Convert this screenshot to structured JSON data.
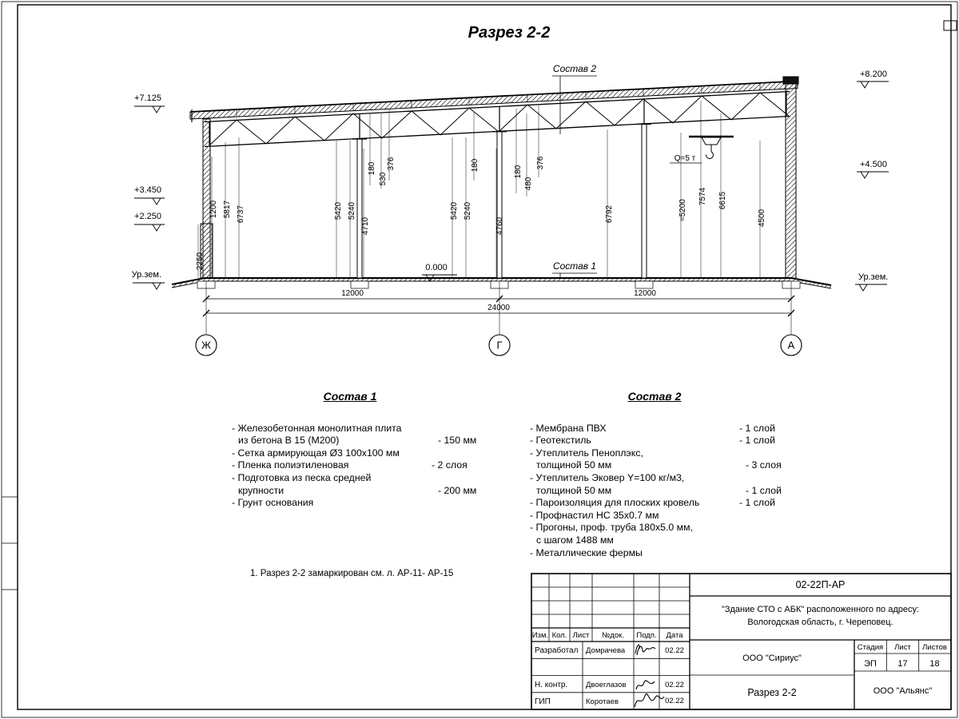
{
  "sheet": {
    "title": "Разрез 2-2",
    "note": "1. Разрез 2-2 замаркирован см. л. АР-11- АР-15"
  },
  "drawing": {
    "sostav1_label": "Состав 1",
    "sostav2_label": "Состав 2",
    "zero_mark": "0.000",
    "crane_label": "Q=5 т",
    "ground_left": "Ур.зем.",
    "ground_right": "Ур.зем.",
    "elev_left": [
      "+7.125",
      "+3.450",
      "+2.250"
    ],
    "elev_right": [
      "+8.200",
      "+4.500"
    ],
    "vdims": [
      "2250",
      "1200",
      "5817",
      "6737",
      "5420",
      "5240",
      "4710",
      "180",
      "530",
      "376",
      "180",
      "5420",
      "5240",
      "4760",
      "180",
      "480",
      "376",
      "6792",
      "≈5200",
      "7574",
      "6615",
      "4500"
    ],
    "hdims": [
      "12000",
      "12000",
      "24000"
    ],
    "axes": [
      "Ж",
      "Г",
      "А"
    ]
  },
  "sostav1": {
    "title": "Состав 1",
    "rows": [
      {
        "t": "- Железобетонная  монолитная плита",
        "v": ""
      },
      {
        "t": "из бетона В 15 (М200)",
        "v": "- 150 мм"
      },
      {
        "t": "- Сетка армирующая Ø3 100х100 мм",
        "v": ""
      },
      {
        "t": "- Пленка полиэтиленовая",
        "v": "- 2 слоя"
      },
      {
        "t": "- Подготовка из песка средней",
        "v": ""
      },
      {
        "t": "крупности",
        "v": "- 200 мм"
      },
      {
        "t": "- Грунт основания",
        "v": ""
      }
    ]
  },
  "sostav2": {
    "title": "Состав 2",
    "rows": [
      {
        "t": "- Мембрана ПВХ",
        "v": "- 1 слой"
      },
      {
        "t": "- Геотекстиль",
        "v": "- 1 слой"
      },
      {
        "t": "- Утеплитель Пеноплэкс,",
        "v": ""
      },
      {
        "t": "толщиной 50 мм",
        "v": "- 3 слоя"
      },
      {
        "t": "- Утеплитель Эковер Y=100 кг/м3,",
        "v": ""
      },
      {
        "t": "толщиной 50 мм",
        "v": "- 1 слой"
      },
      {
        "t": "- Пароизоляция для плоских кровель",
        "v": "- 1 слой"
      },
      {
        "t": "- Профнастил НС 35х0.7 мм",
        "v": ""
      },
      {
        "t": "- Прогоны, проф. труба 180х5.0 мм,",
        "v": ""
      },
      {
        "t": "с шагом 1488 мм",
        "v": ""
      },
      {
        "t": "- Металлические фермы",
        "v": ""
      }
    ]
  },
  "stamp": {
    "doc_number": "02-22П-АР",
    "object_line1": "\"Здание СТО с АБК\" расположенного по адресу:",
    "object_line2": "Вологодская область, г. Череповец.",
    "cols": [
      "Изм.",
      "Кол.",
      "Лист",
      "№док.",
      "Подп.",
      "Дата"
    ],
    "rows": [
      {
        "role": "Разработал",
        "name": "Домрачева",
        "date": "02.22"
      },
      {
        "role": "Н. контр.",
        "name": "Двоеглазов",
        "date": "02.22"
      },
      {
        "role": "ГИП",
        "name": "Коротаев",
        "date": "02.22"
      }
    ],
    "org1": "ООО \"Сириус\"",
    "org2": "ООО \"Альянс\"",
    "stage_label": "Стадия",
    "sheet_label": "Лист",
    "sheets_label": "Листов",
    "stage": "ЭП",
    "sheet_num": "17",
    "sheets_total": "18",
    "drawing_name": "Разрез 2-2"
  }
}
